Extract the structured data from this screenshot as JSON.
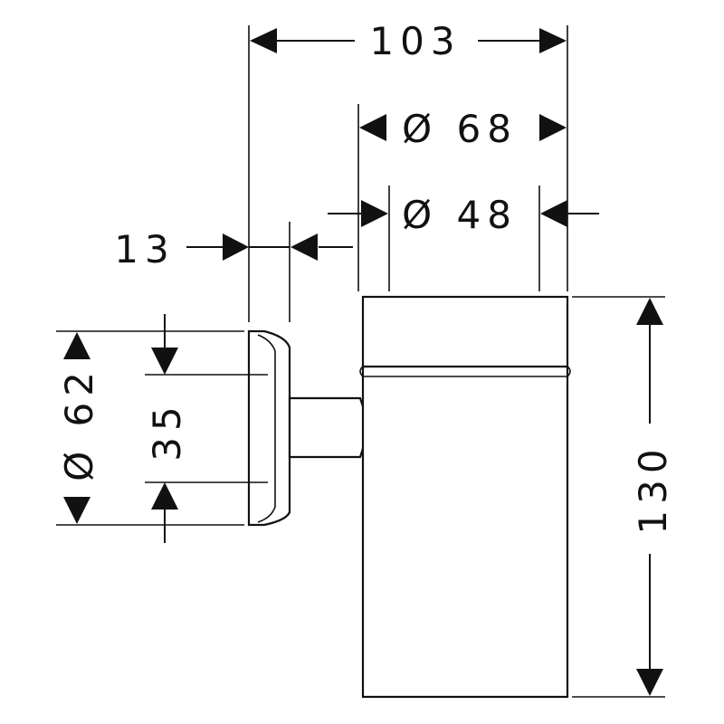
{
  "dimensions": {
    "overall_width": "103",
    "outer_diameter": "Ø 68",
    "inner_diameter": "Ø 48",
    "wall_depth": "13",
    "flange_diameter": "Ø 62",
    "mount_spacing": "35",
    "height": "130"
  },
  "colors": {
    "line": "#111111",
    "background": "#ffffff"
  }
}
